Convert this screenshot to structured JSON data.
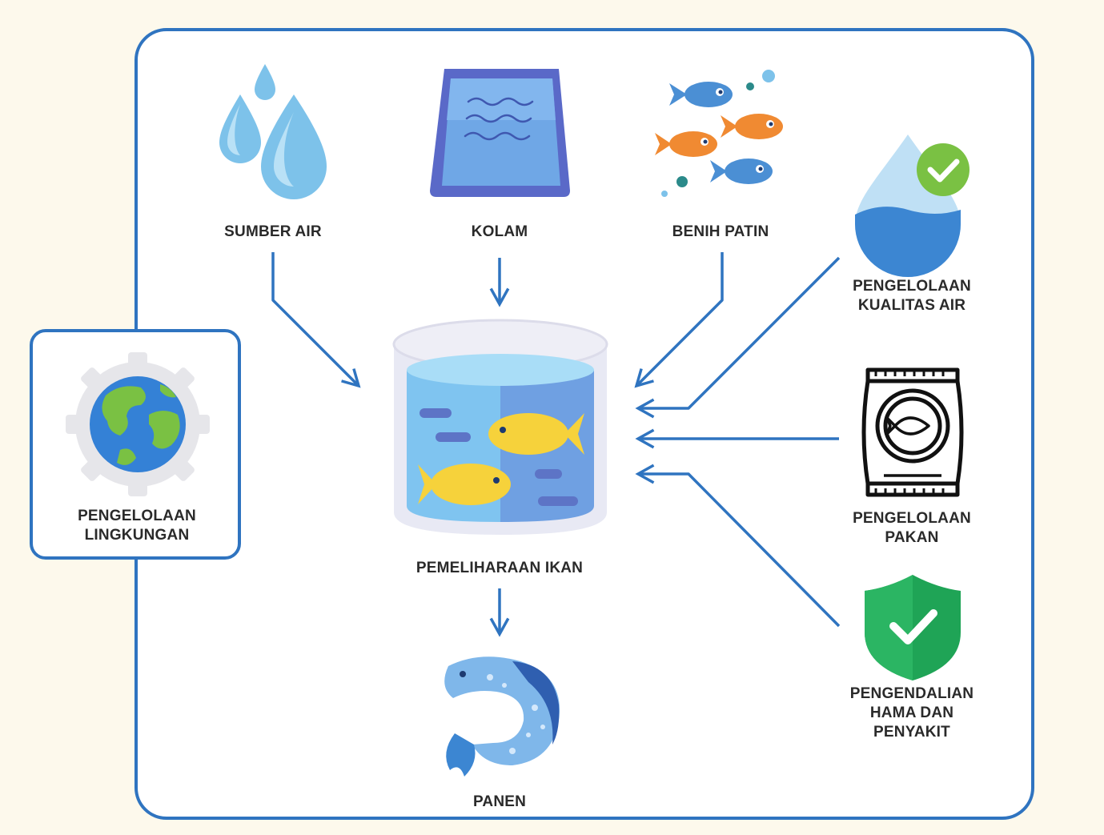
{
  "nodes": {
    "sumber_air": {
      "label": "SUMBER AIR",
      "icon": "water-drops-icon"
    },
    "kolam": {
      "label": "KOLAM",
      "icon": "pond-icon"
    },
    "benih_patin": {
      "label": "BENIH PATIN",
      "icon": "fish-seed-icon"
    },
    "pemeliharaan_ikan": {
      "label": "PEMELIHARAAN IKAN",
      "icon": "fish-tank-icon"
    },
    "panen": {
      "label": "PANEN",
      "icon": "harvest-fish-icon"
    },
    "pengelolaan_lingkungan": {
      "lines": [
        "PENGELOLAAN",
        "LINGKUNGAN"
      ],
      "icon": "globe-gear-icon"
    },
    "pengelolaan_kualitas_air": {
      "lines": [
        "PENGELOLAAN",
        "KUALITAS AIR"
      ],
      "icon": "water-quality-icon"
    },
    "pengelolaan_pakan": {
      "lines": [
        "PENGELOLAAN",
        "PAKAN"
      ],
      "icon": "fish-feed-bag-icon"
    },
    "pengendalian_hama": {
      "lines": [
        "PENGENDALIAN",
        "HAMA DAN",
        "PENYAKIT"
      ],
      "icon": "shield-check-icon"
    }
  },
  "colors": {
    "frame": "#2f74c0",
    "arrow": "#2f74c0",
    "background": "#fdf9ec"
  }
}
